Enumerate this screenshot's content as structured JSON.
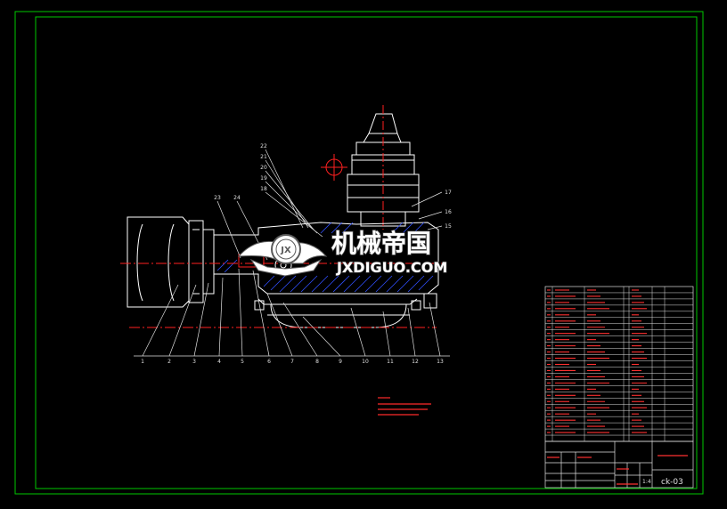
{
  "drawing": {
    "colors": {
      "background": "#000000",
      "frame": "#00c800",
      "outline": "#ffffff",
      "hatch": "#3050ff",
      "centerline": "#ff2020",
      "leader": "#e0e0e0",
      "note": "#ff2a2a",
      "watermark_fill": "#ffffff",
      "watermark_stroke": "#5a5a5a"
    },
    "balloons_bottom": [
      "1",
      "2",
      "3",
      "4",
      "5",
      "6",
      "7",
      "8",
      "9",
      "10",
      "11",
      "12",
      "13"
    ],
    "balloons_upper": [
      "23",
      "24",
      "22",
      "21",
      "20",
      "19",
      "18"
    ],
    "balloons_right": [
      "17",
      "16",
      "15"
    ],
    "drawing_number": "ck-03"
  },
  "watermark": {
    "cn": "机械帝国",
    "en": "JXDIGUO.COM",
    "logo_letters": "JX"
  },
  "title_block": {
    "drawing_number": "ck-03",
    "scale": "1:4"
  }
}
